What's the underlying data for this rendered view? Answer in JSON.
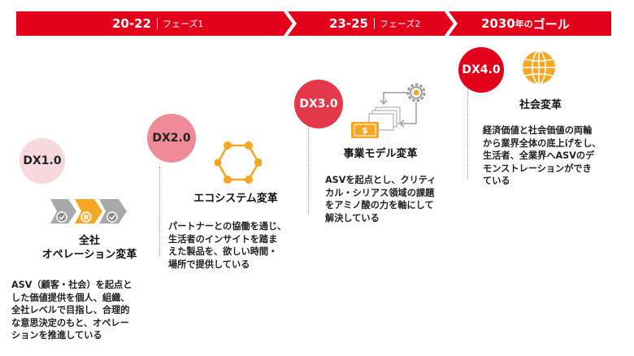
{
  "banner": {
    "phase1_years": "20-22",
    "phase1_name": "フェーズ1",
    "phase2_years": "23-25",
    "phase2_name": "フェーズ2",
    "goal_year": "2030",
    "goal_mid": "年の",
    "goal_word": "ゴール"
  },
  "colors": {
    "primary": "#e3001b",
    "dx1": "#f7d8dc",
    "dx2": "#f08a96",
    "dx3": "#e3394b",
    "dx4": "#e3001b",
    "accent": "#f5a623"
  },
  "stages": [
    {
      "badge": "DX1.0",
      "title_line1": "全社",
      "title_line2": "オペレーション変革",
      "icon": "process-chevrons-icon",
      "desc": [
        "ASV（顧客・社会）を起点と",
        "した価値提供を個人、組織、",
        "全社レベルで目指し、合理的",
        "な意思決定のもと、オペレー",
        "ションを推進している"
      ]
    },
    {
      "badge": "DX2.0",
      "title_line1": "エコシステム変革",
      "icon": "hexagon-network-icon",
      "desc": [
        "パートナーとの協働を通じ、",
        "生活者のインサイトを踏ま",
        "えた製品を、欲しい時間・",
        "場所で提供している"
      ]
    },
    {
      "badge": "DX3.0",
      "title_line1": "事業モデル変革",
      "icon": "business-model-icon",
      "desc": [
        "ASVを起点とし、クリティ",
        "カル・シリアス領域の課題",
        "をアミノ酸の力を軸にして",
        "解決している"
      ]
    },
    {
      "badge": "DX4.0",
      "title_line1": "社会変革",
      "icon": "globe-icon",
      "desc": [
        "経済価値と社会価値の両輪",
        "から業界全体の底上げをし、",
        "生活者、全業界へASVのデ",
        "モンストレーションができ",
        "ている"
      ]
    }
  ]
}
